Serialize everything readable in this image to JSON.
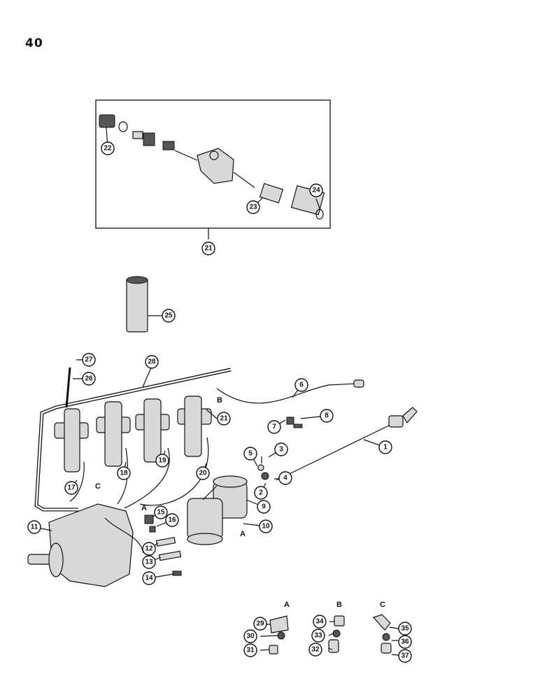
{
  "page_number": "40",
  "group_letters": [
    "A",
    "B",
    "C"
  ],
  "callouts": [
    {
      "n": "1"
    },
    {
      "n": "2"
    },
    {
      "n": "3"
    },
    {
      "n": "4"
    },
    {
      "n": "5"
    },
    {
      "n": "6"
    },
    {
      "n": "7"
    },
    {
      "n": "8"
    },
    {
      "n": "9"
    },
    {
      "n": "10"
    },
    {
      "n": "11"
    },
    {
      "n": "12"
    },
    {
      "n": "13"
    },
    {
      "n": "14"
    },
    {
      "n": "15"
    },
    {
      "n": "16"
    },
    {
      "n": "17"
    },
    {
      "n": "18"
    },
    {
      "n": "19"
    },
    {
      "n": "20"
    },
    {
      "n": "21"
    },
    {
      "n": "21"
    },
    {
      "n": "22"
    },
    {
      "n": "23"
    },
    {
      "n": "24"
    },
    {
      "n": "25"
    },
    {
      "n": "26"
    },
    {
      "n": "27"
    },
    {
      "n": "28"
    },
    {
      "n": "29"
    },
    {
      "n": "30"
    },
    {
      "n": "31"
    },
    {
      "n": "32"
    },
    {
      "n": "33"
    },
    {
      "n": "34"
    },
    {
      "n": "35"
    },
    {
      "n": "36"
    },
    {
      "n": "37"
    }
  ],
  "inline_letters": [
    "A",
    "B",
    "C",
    "A"
  ]
}
